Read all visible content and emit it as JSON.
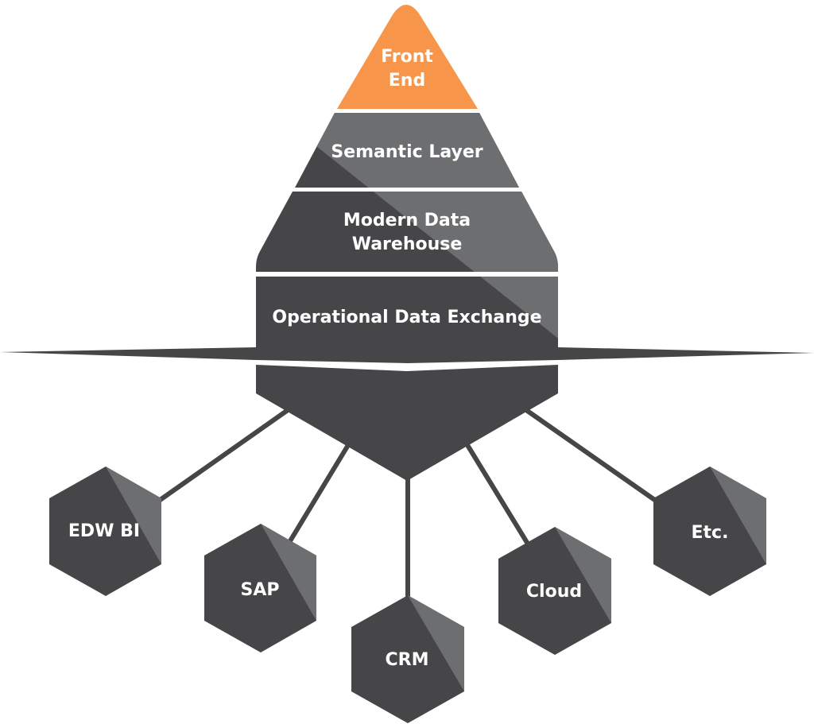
{
  "diagram": {
    "type": "architecture-pyramid",
    "colors": {
      "accent": "#f7964a",
      "dark": "#464648",
      "light": "#6d6e70",
      "background": "#ffffff"
    },
    "layers": [
      {
        "id": "front-end",
        "lines": [
          "Front",
          "End"
        ]
      },
      {
        "id": "semantic-layer",
        "lines": [
          "Semantic Layer"
        ]
      },
      {
        "id": "modern-data-warehouse",
        "lines": [
          "Modern Data",
          "Warehouse"
        ]
      },
      {
        "id": "operational-data-exchange",
        "lines": [
          "Operational Data Exchange"
        ]
      }
    ],
    "sources": [
      {
        "id": "edw-bi",
        "label": "EDW BI"
      },
      {
        "id": "sap",
        "label": "SAP"
      },
      {
        "id": "crm",
        "label": "CRM"
      },
      {
        "id": "cloud",
        "label": "Cloud"
      },
      {
        "id": "etc",
        "label": "Etc."
      }
    ]
  }
}
